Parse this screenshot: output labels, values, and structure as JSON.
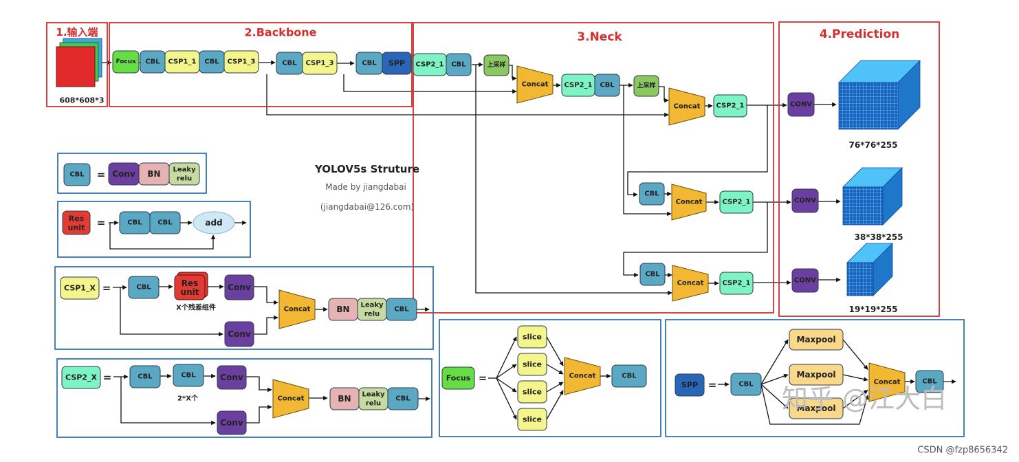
{
  "sections": {
    "input": "1.输入端",
    "backbone": "2.Backbone",
    "neck": "3.Neck",
    "prediction": "4.Prediction"
  },
  "input_size": "608*608*3",
  "title": {
    "main": "YOLOV5s Struture",
    "author": "Made by jiangdabai",
    "email": "(jiangdabai@126.com)"
  },
  "blocks": {
    "focus": "Focus",
    "cbl": "CBL",
    "csp1_1": "CSP1_1",
    "csp1_3": "CSP1_3",
    "csp2_1": "CSP2_1",
    "spp": "SPP",
    "upsample": "上采样",
    "concat": "Concat",
    "conv_upper": "CONV",
    "conv": "Conv",
    "bn": "BN",
    "leaky_1": "Leaky",
    "leaky_2": "relu",
    "res_1": "Res",
    "res_2": "unit",
    "add": "add",
    "slice": "slice",
    "maxpool": "Maxpool",
    "csp1_x": "CSP1_X",
    "csp2_x": "CSP2_X",
    "equals": "="
  },
  "outputs": [
    "76*76*255",
    "38*38*255",
    "19*19*255"
  ],
  "notes": {
    "residual": "X个残差组件",
    "csp2": "2*X个"
  },
  "watermark": "知乎 @江大白",
  "credit": "CSDN @fzp8656342",
  "colors": {
    "cbl": "#5ba8c4",
    "csp1": "#f4f58c",
    "csp2": "#7ef3c4",
    "concat": "#f2b733",
    "conv": "#6a3fa0",
    "bn": "#e6b3b3",
    "leaky": "#c5dba0",
    "focus": "#66dd44",
    "spp": "#2a66b8",
    "up": "#8cc860",
    "slice": "#f4f58c",
    "maxpool": "#f9d88a",
    "res": "#e23b33",
    "red": "#d32f2f",
    "blue": "#2f75b5",
    "cube": "#1f77c9"
  }
}
